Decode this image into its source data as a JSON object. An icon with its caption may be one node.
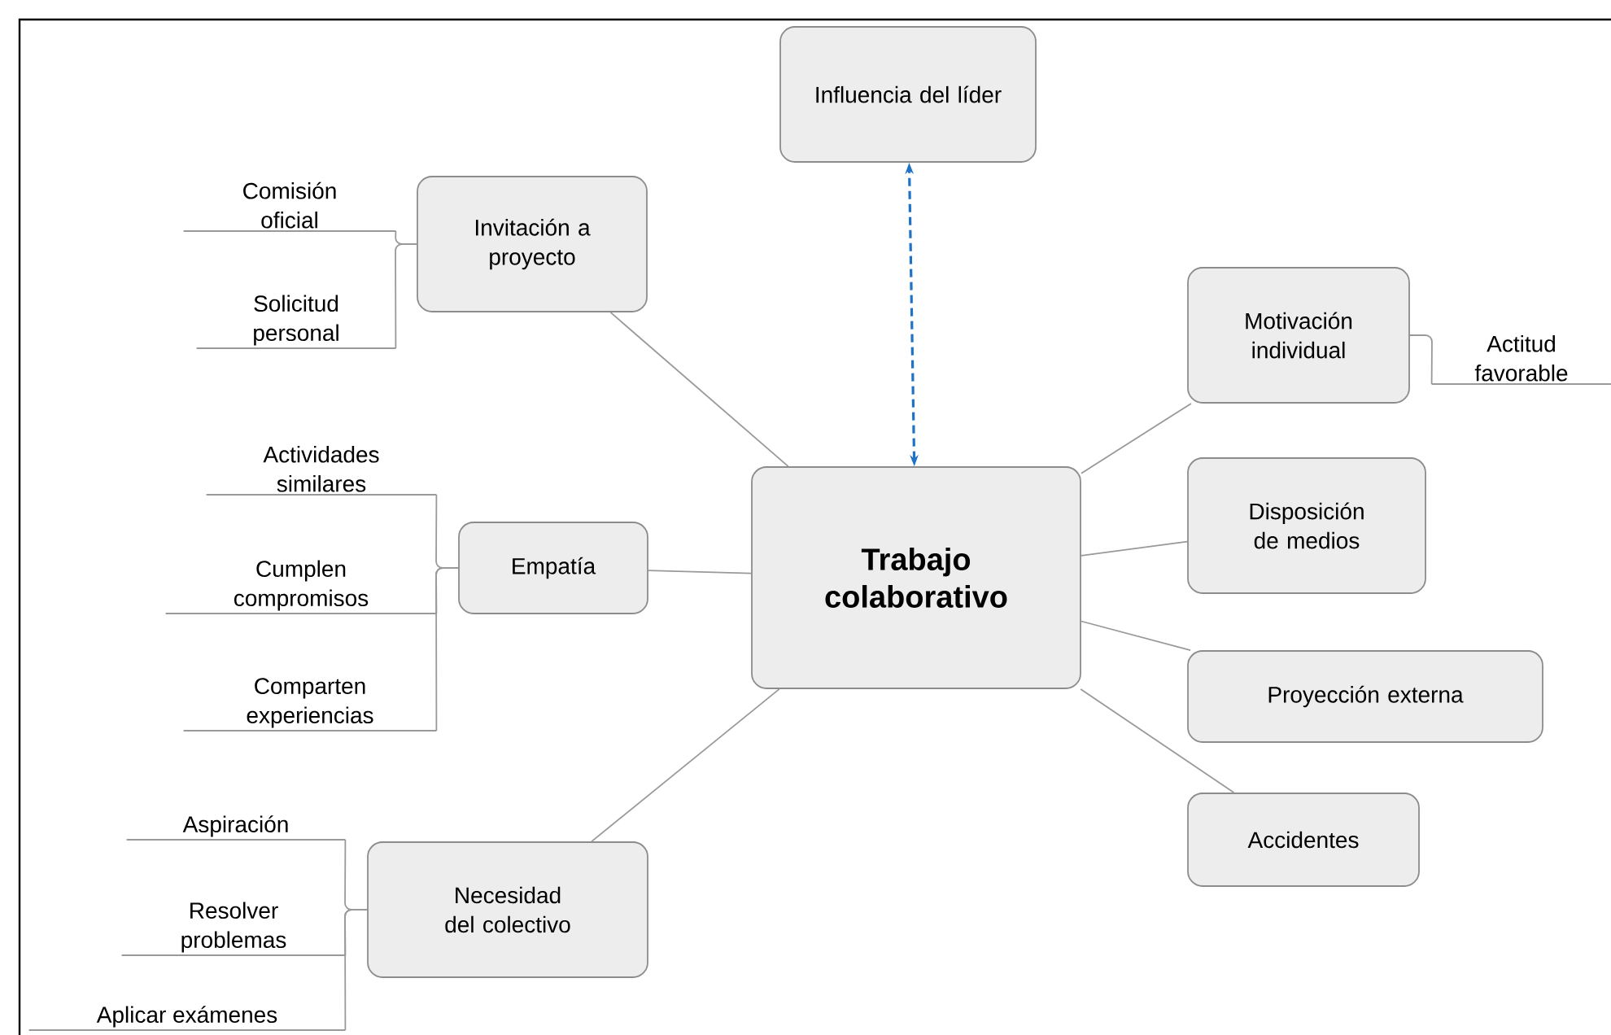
{
  "diagram": {
    "nodes": [
      {
        "text": [
          "Trabajo colaborativo"
        ]
      },
      {
        "text": [
          "Influencia del líder"
        ]
      },
      {
        "text": [
          "Invitación a proyecto"
        ]
      },
      {
        "text": [
          "Comisión oficial"
        ]
      },
      {
        "text": [
          "Solicitud personal"
        ]
      },
      {
        "text": [
          "Empatía"
        ]
      },
      {
        "text": [
          "Actividades similares"
        ]
      },
      {
        "text": [
          "Cumplen compromisos"
        ]
      },
      {
        "text": [
          "Comparten experiencias"
        ]
      },
      {
        "text": [
          "Necesidad del colectivo"
        ]
      },
      {
        "text": [
          "Aspiración"
        ]
      },
      {
        "text": [
          "Resolver problemas"
        ]
      },
      {
        "text": [
          "Aplicar exámenes"
        ]
      },
      {
        "text": [
          "Motivación individual"
        ]
      },
      {
        "text": [
          "Actitud favorable"
        ]
      },
      {
        "text": [
          "Disposición de medios"
        ]
      },
      {
        "text": [
          "Proyección externa"
        ]
      },
      {
        "text": [
          "Accidentes"
        ]
      }
    ],
    "edges": [
      {
        "from": 0,
        "to": 1,
        "arrow": "both",
        "style": "dashed",
        "color": "#1f72c4"
      },
      {
        "from": 0,
        "to": 2,
        "arrow": "none"
      },
      {
        "from": 0,
        "to": 5,
        "arrow": "none"
      },
      {
        "from": 0,
        "to": 9,
        "arrow": "none"
      },
      {
        "from": 0,
        "to": 13,
        "arrow": "none"
      },
      {
        "from": 0,
        "to": 15,
        "arrow": "none"
      },
      {
        "from": 0,
        "to": 16,
        "arrow": "none"
      },
      {
        "from": 0,
        "to": 17,
        "arrow": "none"
      },
      {
        "from": 2,
        "to": 3,
        "arrow": "none"
      },
      {
        "from": 2,
        "to": 4,
        "arrow": "none"
      },
      {
        "from": 5,
        "to": 6,
        "arrow": "none"
      },
      {
        "from": 5,
        "to": 7,
        "arrow": "none"
      },
      {
        "from": 5,
        "to": 8,
        "arrow": "none"
      },
      {
        "from": 9,
        "to": 10,
        "arrow": "none"
      },
      {
        "from": 9,
        "to": 11,
        "arrow": "none"
      },
      {
        "from": 9,
        "to": 12,
        "arrow": "none"
      },
      {
        "from": 13,
        "to": 14,
        "arrow": "none"
      }
    ]
  }
}
